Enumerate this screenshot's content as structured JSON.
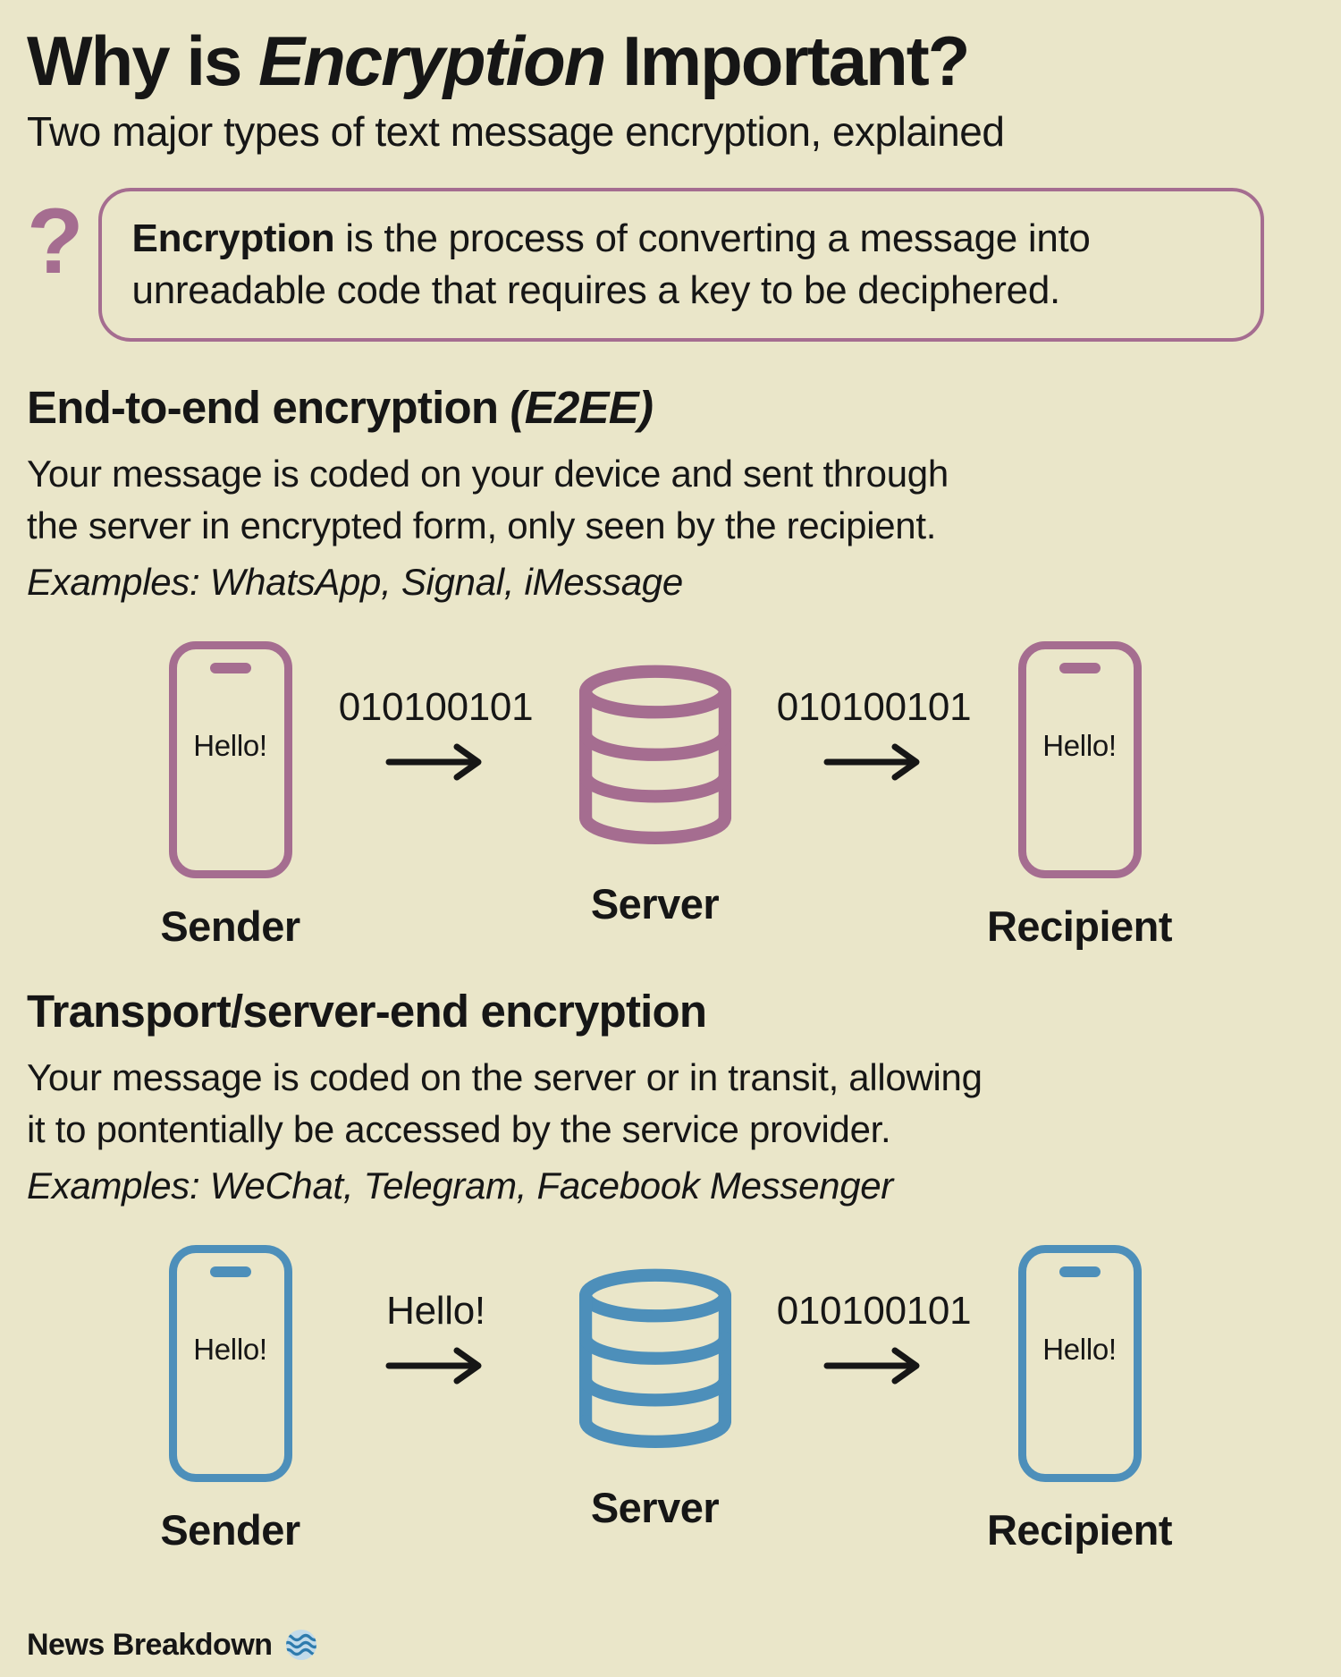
{
  "colors": {
    "background": "#eae6c9",
    "accent_purple": "#a56d90",
    "accent_blue": "#4d8fba",
    "ink": "#161616"
  },
  "header": {
    "title_prefix": "Why is ",
    "title_emphasis": "Encryption",
    "title_suffix": " Important?",
    "subtitle": "Two major types of text message encryption, explained"
  },
  "definition": {
    "question_mark": "?",
    "term": "Encryption",
    "text": " is the process of converting a message into unreadable code that requires a key to be deciphered."
  },
  "sections": [
    {
      "heading": "End-to-end encryption ",
      "heading_emphasis": "(E2EE)",
      "body": "Your message is coded on your device and sent through\nthe server in encrypted form, only seen by the recipient.",
      "examples": "Examples: WhatsApp, Signal, iMessage",
      "accent_color": "#a56d90",
      "diagram": {
        "sender_message": "Hello!",
        "sender_label": "Sender",
        "arrow1_label": "010100101",
        "server_label": "Server",
        "arrow2_label": "010100101",
        "recipient_message": "Hello!",
        "recipient_label": "Recipient"
      }
    },
    {
      "heading": "Transport/server-end encryption",
      "heading_emphasis": "",
      "body": "Your message is coded on the server or in transit, allowing\nit to pontentially be accessed by the service provider.",
      "examples": "Examples: WeChat, Telegram, Facebook Messenger",
      "accent_color": "#4d8fba",
      "diagram": {
        "sender_message": "Hello!",
        "sender_label": "Sender",
        "arrow1_label": "Hello!",
        "server_label": "Server",
        "arrow2_label": "010100101",
        "recipient_message": "Hello!",
        "recipient_label": "Recipient"
      }
    }
  ],
  "footer": {
    "brand": "News Breakdown"
  }
}
